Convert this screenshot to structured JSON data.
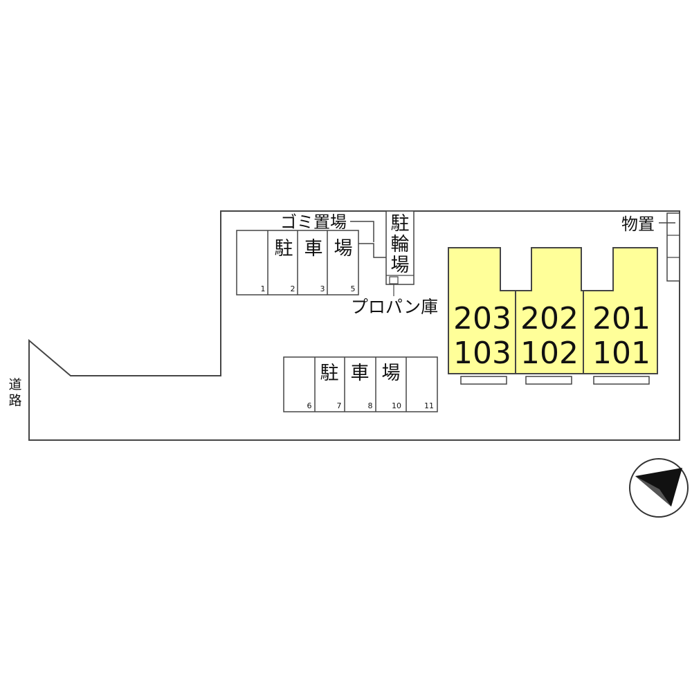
{
  "road_label": [
    "道",
    "路"
  ],
  "garbage_label": "ゴミ置場",
  "storage_label": "物置",
  "propane_label": "プロパン庫",
  "bike_parking_label": [
    "駐",
    "輪",
    "場"
  ],
  "parking_north": {
    "label": [
      "駐",
      "車",
      "場"
    ],
    "slots": [
      "1",
      "2",
      "3",
      "5"
    ]
  },
  "parking_south": {
    "label": [
      "駐",
      "車",
      "場"
    ],
    "slots": [
      "6",
      "7",
      "8",
      "10",
      "11"
    ]
  },
  "units": [
    {
      "upper": "203",
      "lower": "103"
    },
    {
      "upper": "202",
      "lower": "102"
    },
    {
      "upper": "201",
      "lower": "101"
    }
  ],
  "colors": {
    "building_fill": "#ffff99",
    "line": "#444444",
    "compass_needle": "#111111"
  },
  "icons": {
    "compass": "north-arrow-icon"
  }
}
